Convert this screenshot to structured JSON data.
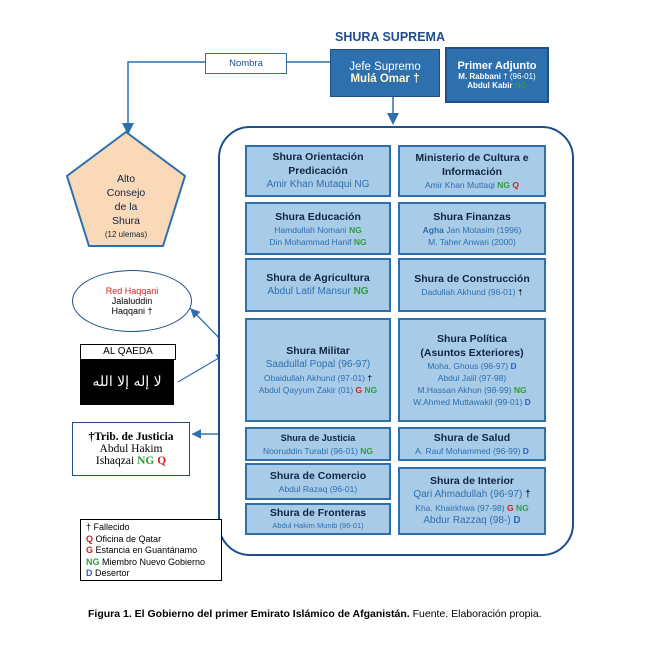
{
  "header": {
    "title": "SHURA SUPREMA",
    "nombra_label": "Nombra"
  },
  "jefe": {
    "line1": "Jefe Supremo",
    "line2": "Mulá Omar",
    "mark": "†"
  },
  "adjunto": {
    "title": "Primer Adjunto",
    "m1_name": "M. Rabbani",
    "m1_mark": "†",
    "m1_years": "(96-01)",
    "m2_name": "Abdul Kabir",
    "m2_ng": "NG"
  },
  "alto_consejo": {
    "l1": "Alto",
    "l2": "Consejo",
    "l3": "de la",
    "l4": "Shura",
    "l5": "(12 ulemas)"
  },
  "haqqani": {
    "red": "Red Haqqani",
    "l2": "Jalaluddin",
    "l3": "Haqqani",
    "mark": "†"
  },
  "alqaeda": {
    "label": "AL QAEDA",
    "flag_text": "لا إله إلا الله"
  },
  "tribunal": {
    "l1": "Trib. de Justicia",
    "l2": "Abdul Hakim",
    "l3": "Ishaqzai",
    "ng": "NG",
    "q": "Q",
    "mark": "†"
  },
  "left_boxes": {
    "orientacion": {
      "h1": "Shura Orientación",
      "h2": "Predicación",
      "s": "Amir Khan Mutaqui",
      "ng": "NG"
    },
    "educacion": {
      "h": "Shura Educación",
      "s1": "Hamdullah Nomani",
      "s1ng": "NG",
      "s2": "Din Mohammad Hanif",
      "s2ng": "NG"
    },
    "agricultura": {
      "h": "Shura de Agricultura",
      "s": "Abdul Latif Mansur",
      "ng": "NG"
    },
    "militar": {
      "h": "Shura Militar",
      "s1": "Saadullal Popal (96-97)",
      "s2": "Obaidullah Akhund (97-01)",
      "s2mark": "†",
      "s3": "Abdul Qayyum Zakir (01)",
      "s3g": "G",
      "s3ng": "NG"
    },
    "justicia": {
      "h": "Shura de Justicia",
      "s": "Nooruddin Turabi (96-01)",
      "ng": "NG"
    },
    "comercio": {
      "h": "Shura de Comercio",
      "s": "Abdul Razaq (96-01)"
    },
    "fronteras": {
      "h": "Shura de Fronteras",
      "s": "Abdul Hakim Munib (96-01)"
    }
  },
  "right_boxes": {
    "cultura": {
      "h1": "Ministerio de Cultura e",
      "h2": "Información",
      "s": "Amir Khan Muttaqi",
      "ng": "NG",
      "q": "Q"
    },
    "finanzas": {
      "h": "Shura Finanzas",
      "s1a": "Agha",
      "s1b": "Jan Motasim (1996)",
      "s2": "M. Taher Anwari (2000)"
    },
    "construccion": {
      "h": "Shura de Construcción",
      "s": "Dadullah Akhund (96-01)",
      "mark": "†"
    },
    "politica": {
      "h1": "Shura Política",
      "h2": "(Asuntos Exteriores)",
      "s1": "Moha. Ghous (96-97)",
      "s1d": "D",
      "s2": "Abdul Jalil (97-98)",
      "s3": "M.Hassan Akhun (98-99)",
      "s3ng": "NG",
      "s4": "W.Ahmed Muttawakil (99-01)",
      "s4d": "D"
    },
    "salud": {
      "h": "Shura de Salud",
      "s": "A. Rauf Mohammed (96-99)",
      "d": "D"
    },
    "interior": {
      "h": "Shura de Interior",
      "s1": "Qari Ahmadullah (96-97)",
      "s1mark": "†",
      "s2": "Kha. Khairkhwa (97-98)",
      "s2g": "G",
      "s2ng": "NG",
      "s3": "Abdur Razzaq (98-)",
      "s3d": "D"
    }
  },
  "legend": [
    {
      "key": "†",
      "label": "Fallecido",
      "color": "#000000"
    },
    {
      "key": "Q",
      "label": "Oficina de Qatar",
      "color": "#d02020"
    },
    {
      "key": "G",
      "label": "Estancia en Guantánamo",
      "color": "#d02020"
    },
    {
      "key": "NG",
      "label": "Miembro Nuevo Gobierno",
      "color": "#2f9e3a"
    },
    {
      "key": "D",
      "label": "Desertor",
      "color": "#2a64c8"
    }
  ],
  "caption": {
    "bold": "Figura 1. El Gobierno del primer Emirato Islámico de Afganistán.",
    "rest": " Fuente. Elaboración propia."
  },
  "colors": {
    "box_fill": "#a8cbe8",
    "box_border": "#2e6fae",
    "dark_blue": "#1f4e8c",
    "pentagon": "#f9d9b8"
  }
}
